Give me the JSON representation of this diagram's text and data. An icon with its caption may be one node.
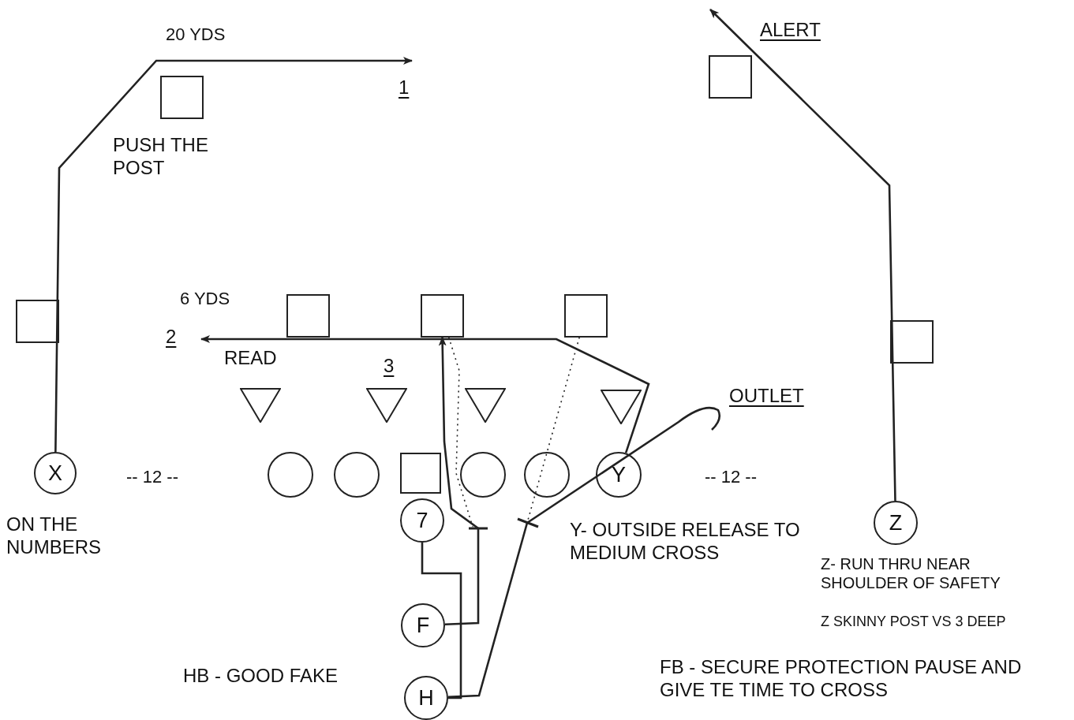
{
  "diagram": {
    "nodes": [
      {
        "text": [],
        "shape": "box"
      },
      {
        "text": [],
        "shape": "box"
      },
      {
        "text": [],
        "shape": "box"
      },
      {
        "text": [],
        "shape": "box"
      },
      {
        "text": [],
        "shape": "box"
      },
      {
        "text": [],
        "shape": "box"
      },
      {
        "text": [],
        "shape": "box"
      },
      {
        "text": [],
        "shape": "triangle"
      },
      {
        "text": [],
        "shape": "triangle"
      },
      {
        "text": [],
        "shape": "triangle"
      },
      {
        "text": [],
        "shape": "triangle"
      },
      {
        "text": [
          "X"
        ]
      },
      {
        "text": [],
        "shape": "circle"
      },
      {
        "text": [],
        "shape": "circle"
      },
      {
        "text": [],
        "shape": "box"
      },
      {
        "text": [],
        "shape": "circle"
      },
      {
        "text": [],
        "shape": "circle"
      },
      {
        "text": [
          "Y"
        ]
      },
      {
        "text": [
          "Z"
        ]
      },
      {
        "text": [
          "7"
        ]
      },
      {
        "text": [
          "F"
        ]
      },
      {
        "text": [
          "H"
        ]
      }
    ],
    "edges": [
      {
        "from": 11,
        "to": null,
        "arrow": "to"
      },
      {
        "from": 18,
        "to": null,
        "arrow": "to"
      },
      {
        "from": 17,
        "to": null,
        "arrow": "to"
      },
      {
        "from": 20,
        "to": 4,
        "arrow": "to"
      },
      {
        "from": 21,
        "to": null,
        "arrow": "none"
      },
      {
        "from": 19,
        "to": 21,
        "arrow": "none"
      },
      {
        "from": 4,
        "to": null,
        "arrow": "none",
        "style": "dashed"
      },
      {
        "from": 5,
        "to": null,
        "arrow": "none",
        "style": "dashed"
      }
    ],
    "labels": [
      "20 YDS",
      "ALERT",
      "1",
      "PUSH THE POST",
      "6 YDS",
      "2",
      "READ",
      "3",
      "OUTLET",
      "-- 12 --",
      "-- 12 --",
      "ON THE NUMBERS",
      "Y- OUTSIDE RELEASE TO MEDIUM CROSS",
      "Z- RUN THRU NEAR SHOULDER OF SAFETY",
      "Z SKINNY POST VS 3 DEEP",
      "HB - GOOD FAKE",
      "FB - SECURE PROTECTION PAUSE AND GIVE TE TIME TO CROSS"
    ]
  }
}
